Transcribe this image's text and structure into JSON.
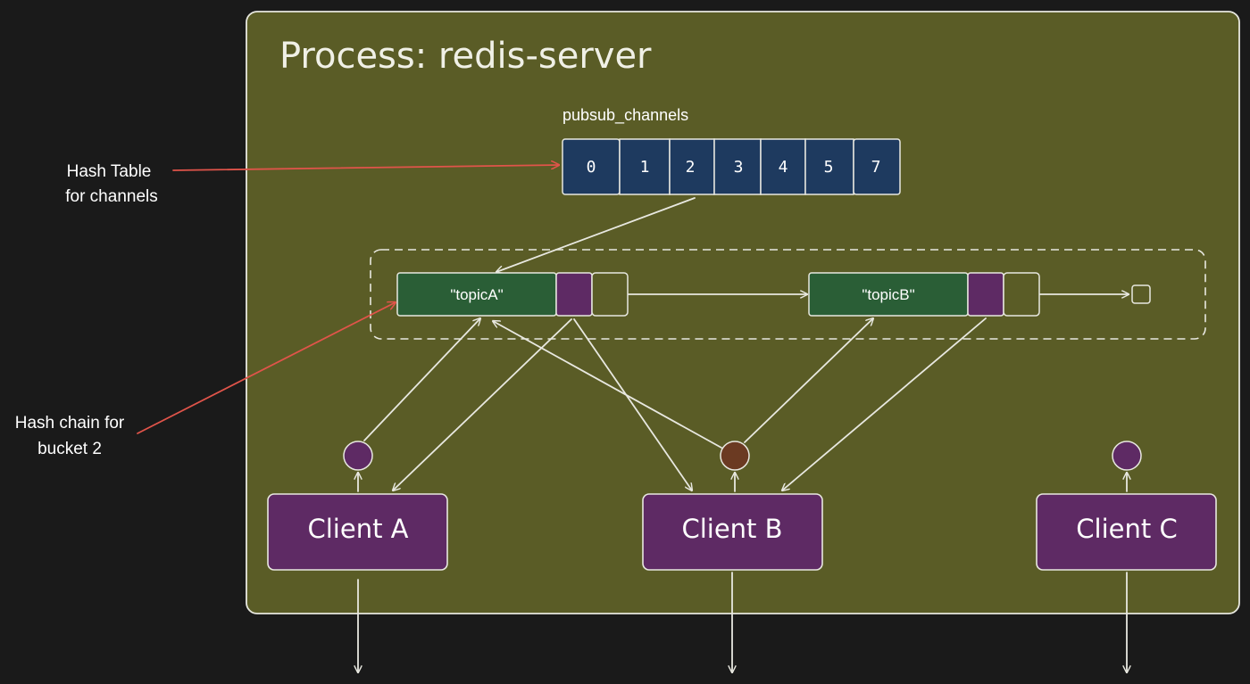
{
  "process": {
    "title": "Process: redis-server"
  },
  "hash_table": {
    "label": "pubsub_channels",
    "cells": [
      "0",
      "1",
      "2",
      "3",
      "4",
      "5",
      "7"
    ]
  },
  "annotations": {
    "hash_table": {
      "line1": "Hash Table",
      "line2": "for channels"
    },
    "hash_chain": {
      "line1": "Hash chain for",
      "line2": "bucket 2"
    }
  },
  "chain": {
    "nodes": [
      {
        "key": "\"topicA\""
      },
      {
        "key": "\"topicB\""
      }
    ]
  },
  "clients": [
    {
      "name": "Client A"
    },
    {
      "name": "Client B"
    },
    {
      "name": "Client C"
    }
  ],
  "colors": {
    "background": "#1a1a1a",
    "process_fill": "#5a5c26",
    "hash_cell_fill": "#1e3a5f",
    "topic_fill": "#2a5e36",
    "pointer_fill": "#5e2a64",
    "client_fill": "#5e2a64",
    "client_b_dot": "#6b3a22",
    "annotation_arrow": "#e0544a"
  }
}
